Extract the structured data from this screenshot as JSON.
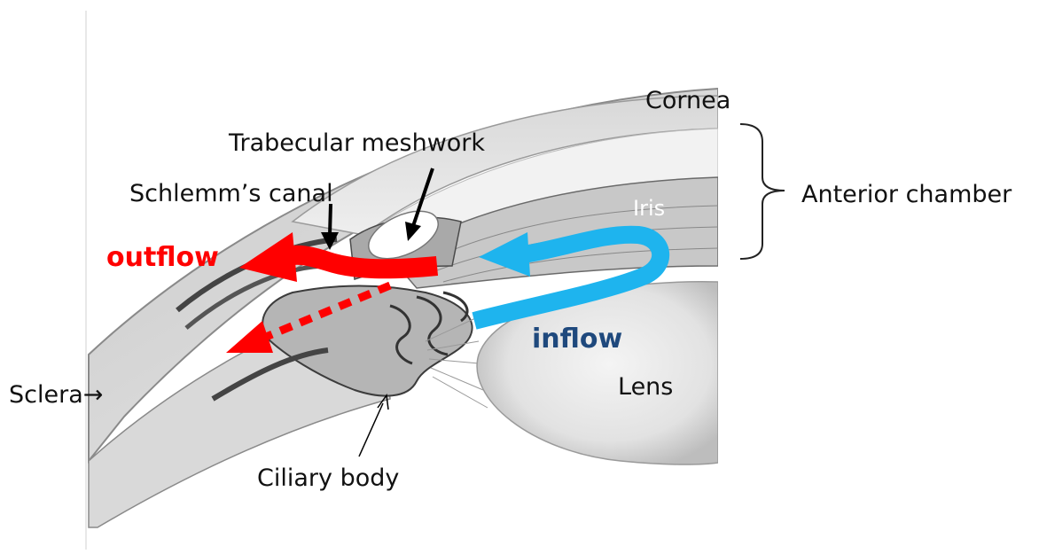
{
  "labels": {
    "cornea": "Cornea",
    "trabecular_meshwork": "Trabecular meshwork",
    "schlemms_canal": "Schlemm’s canal",
    "anterior_chamber": "Anterior chamber",
    "iris": "Iris",
    "outflow": "outflow",
    "inflow": "inflow",
    "lens": "Lens",
    "sclera": "Sclera→",
    "ciliary_body": "Ciliary body"
  },
  "colors": {
    "outflow": "#ff0000",
    "inflow_arrow": "#1eb4ee",
    "inflow_text": "#1f497d",
    "tissue_light": "#e6e6e6",
    "tissue_dark": "#4a4a4a"
  }
}
